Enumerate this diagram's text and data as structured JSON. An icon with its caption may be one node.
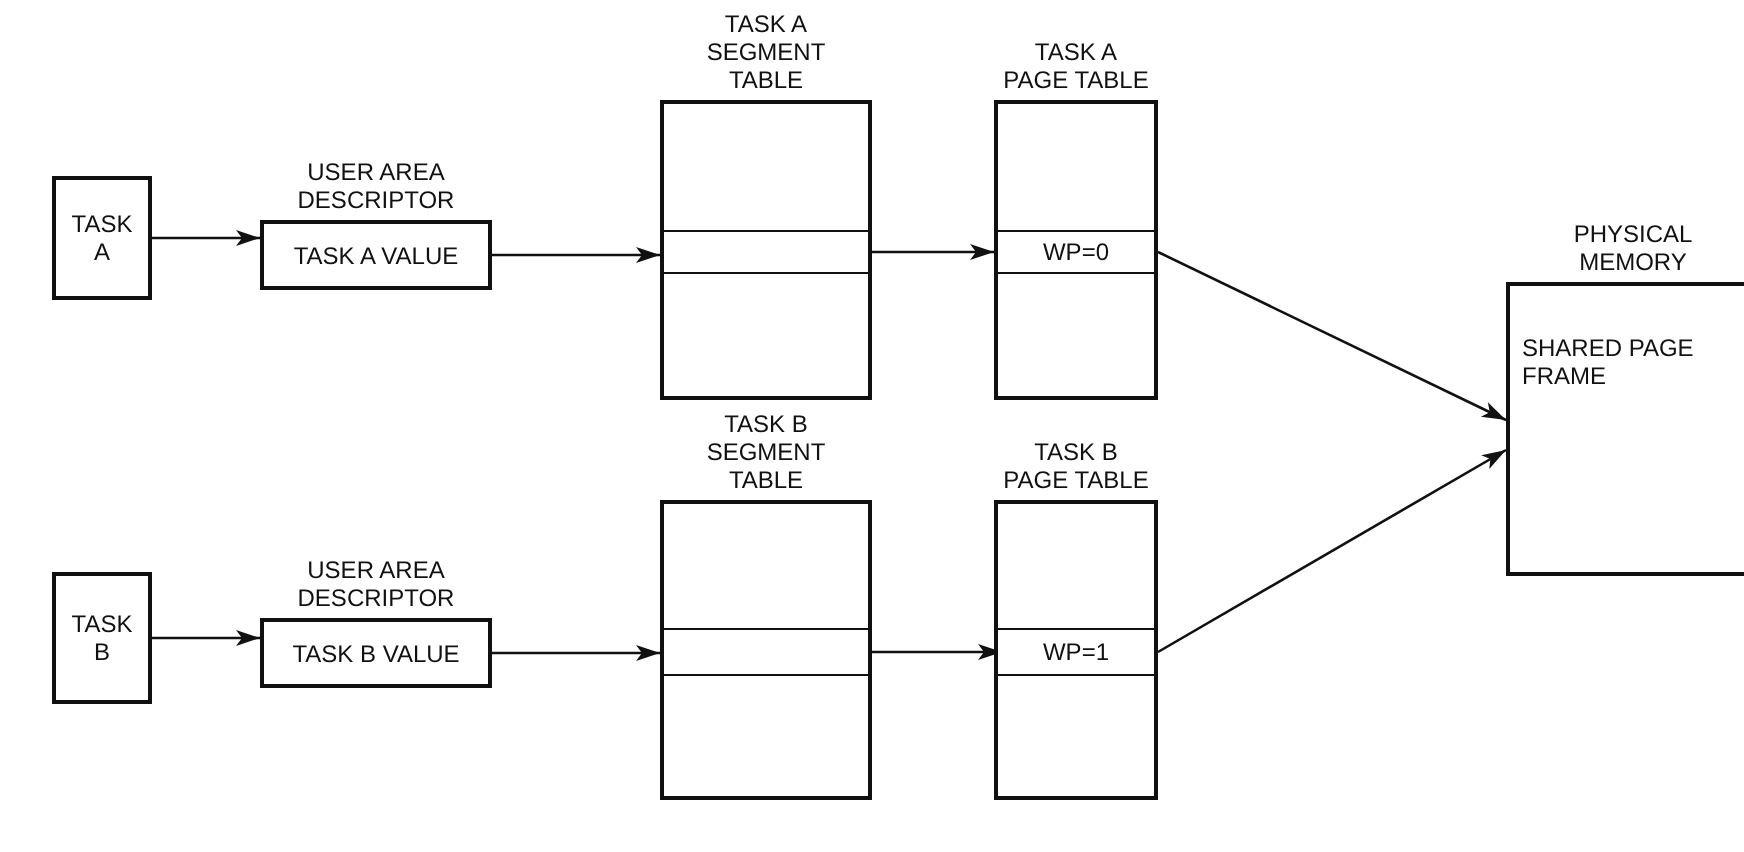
{
  "diagram": {
    "nodes": [
      {
        "text": [
          "TASK A"
        ]
      },
      {
        "text": [
          "USER AREA DESCRIPTOR",
          "TASK A VALUE"
        ]
      },
      {
        "text": [
          "TASK A SEGMENT TABLE"
        ]
      },
      {
        "text": [],
        "shape": "box",
        "in": 2
      },
      {
        "text": [
          "TASK A PAGE TABLE"
        ]
      },
      {
        "text": [
          "WP=0"
        ],
        "in": 4
      },
      {
        "text": [
          "PHYSICAL MEMORY",
          "SHARED PAGE FRAME"
        ]
      },
      {
        "text": [
          "TASK B"
        ]
      },
      {
        "text": [
          "USER AREA DESCRIPTOR",
          "TASK B VALUE"
        ]
      },
      {
        "text": [
          "TASK B SEGMENT TABLE"
        ]
      },
      {
        "text": [],
        "shape": "box",
        "in": 9
      },
      {
        "text": [
          "TASK B PAGE TABLE"
        ]
      },
      {
        "text": [
          "WP=1"
        ],
        "in": 11
      }
    ],
    "edges": [
      {
        "from": 0,
        "to": 1,
        "arrow": "to"
      },
      {
        "from": 1,
        "to": 3,
        "arrow": "to"
      },
      {
        "from": 3,
        "to": 5,
        "arrow": "to"
      },
      {
        "from": 5,
        "to": 6,
        "arrow": "to"
      },
      {
        "from": 7,
        "to": 8,
        "arrow": "to"
      },
      {
        "from": 8,
        "to": 10,
        "arrow": "to"
      },
      {
        "from": 10,
        "to": 12,
        "arrow": "to"
      },
      {
        "from": 12,
        "to": 6,
        "arrow": "to"
      }
    ]
  }
}
